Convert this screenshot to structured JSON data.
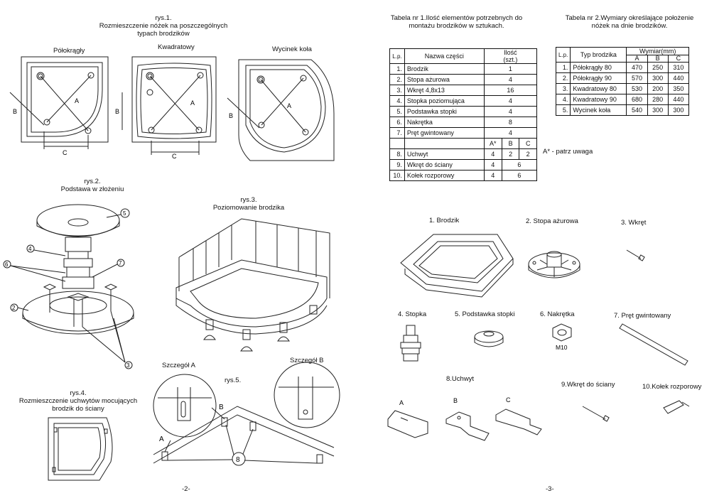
{
  "left": {
    "rys1": {
      "title": "rys.1.",
      "line1": "Rozmieszczenie nóżek na poszczególnych",
      "line2": "typach brodzików",
      "shapes": [
        "Półokrągły",
        "Kwadratowy",
        "Wycinek koła"
      ]
    },
    "dims": {
      "a": "A",
      "b": "B",
      "c": "C"
    },
    "rys2": {
      "title": "rys.2.",
      "subtitle": "Podstawa w złożeniu",
      "callouts": [
        "5",
        "4",
        "6",
        "7",
        "2",
        "3"
      ]
    },
    "rys3": {
      "title": "rys.3.",
      "subtitle": "Poziomowanie brodzika"
    },
    "rys4": {
      "title": "rys.4.",
      "line1": "Rozmieszczenie uchwytów mocujących",
      "line2": "brodzik do ściany"
    },
    "rys5": {
      "title": "rys.5.",
      "detail_a": "Szczegół A",
      "detail_b": "Szczegół B",
      "label_a": "A",
      "label_b": "B",
      "callout": "8"
    },
    "page_number": "-2-"
  },
  "right": {
    "table1": {
      "title_line1": "Tabela nr 1.Ilość elementów  potrzebnych do",
      "title_line2": "montażu brodzików w sztukach.",
      "head_lp": "L.p.",
      "head_name": "Nazwa części",
      "head_qty": "Ilość",
      "head_qty_unit": "(szt.)",
      "rows": [
        {
          "lp": "1.",
          "name": "Brodzik",
          "qty": "1"
        },
        {
          "lp": "2.",
          "name": "Stopa ażurowa",
          "qty": "4"
        },
        {
          "lp": "3.",
          "name": "Wkręt 4,8x13",
          "qty": "16"
        },
        {
          "lp": "4.",
          "name": "Stopka poziomująca",
          "qty": "4"
        },
        {
          "lp": "5.",
          "name": "Podstawka stopki",
          "qty": "4"
        },
        {
          "lp": "6.",
          "name": "Nakrętka",
          "qty": "8"
        },
        {
          "lp": "7.",
          "name": "Pręt gwintowany",
          "qty": "4"
        }
      ],
      "sub_head": [
        "A*",
        "B",
        "C"
      ],
      "rows2": [
        {
          "lp": "8.",
          "name": "Uchwyt",
          "a": "4",
          "b": "2",
          "c": "2"
        },
        {
          "lp": "9.",
          "name": "Wkręt do ściany",
          "a": "4",
          "bc": "6"
        },
        {
          "lp": "10.",
          "name": "Kołek rozporowy",
          "a": "4",
          "bc": "6"
        }
      ],
      "note": "A* - patrz uwaga"
    },
    "table2": {
      "title_line1": "Tabela nr 2.Wymiary określające położenie",
      "title_line2": "nóżek na dnie brodzików.",
      "head_lp": "L.p.",
      "head_type": "Typ brodzika",
      "head_dim": "Wymiar(mm)",
      "cols": [
        "A",
        "B",
        "C"
      ],
      "rows": [
        {
          "lp": "1.",
          "type": "Półokrągły 80",
          "a": "470",
          "b": "250",
          "c": "310"
        },
        {
          "lp": "2.",
          "type": "Półokrągły 90",
          "a": "570",
          "b": "300",
          "c": "440"
        },
        {
          "lp": "3.",
          "type": "Kwadratowy 80",
          "a": "530",
          "b": "200",
          "c": "350"
        },
        {
          "lp": "4.",
          "type": "Kwadratowy 90",
          "a": "680",
          "b": "280",
          "c": "440"
        },
        {
          "lp": "5.",
          "type": "Wycinek koła",
          "a": "540",
          "b": "300",
          "c": "300"
        }
      ]
    },
    "parts": {
      "p1": "1.   Brodzik",
      "p2": "2. Stopa ażurowa",
      "p3": "3. Wkręt",
      "p4": "4. Stopka",
      "p5": "5. Podstawka stopki",
      "p6": "6. Nakrętka",
      "p6_mark": "M10",
      "p7": "7. Pręt gwintowany",
      "p8": "8.Uchwyt",
      "p8_a": "A",
      "p8_b": "B",
      "p8_c": "C",
      "p9": "9.Wkręt do ściany",
      "p10": "10.Kołek rozporowy"
    },
    "page_number": "-3-"
  }
}
